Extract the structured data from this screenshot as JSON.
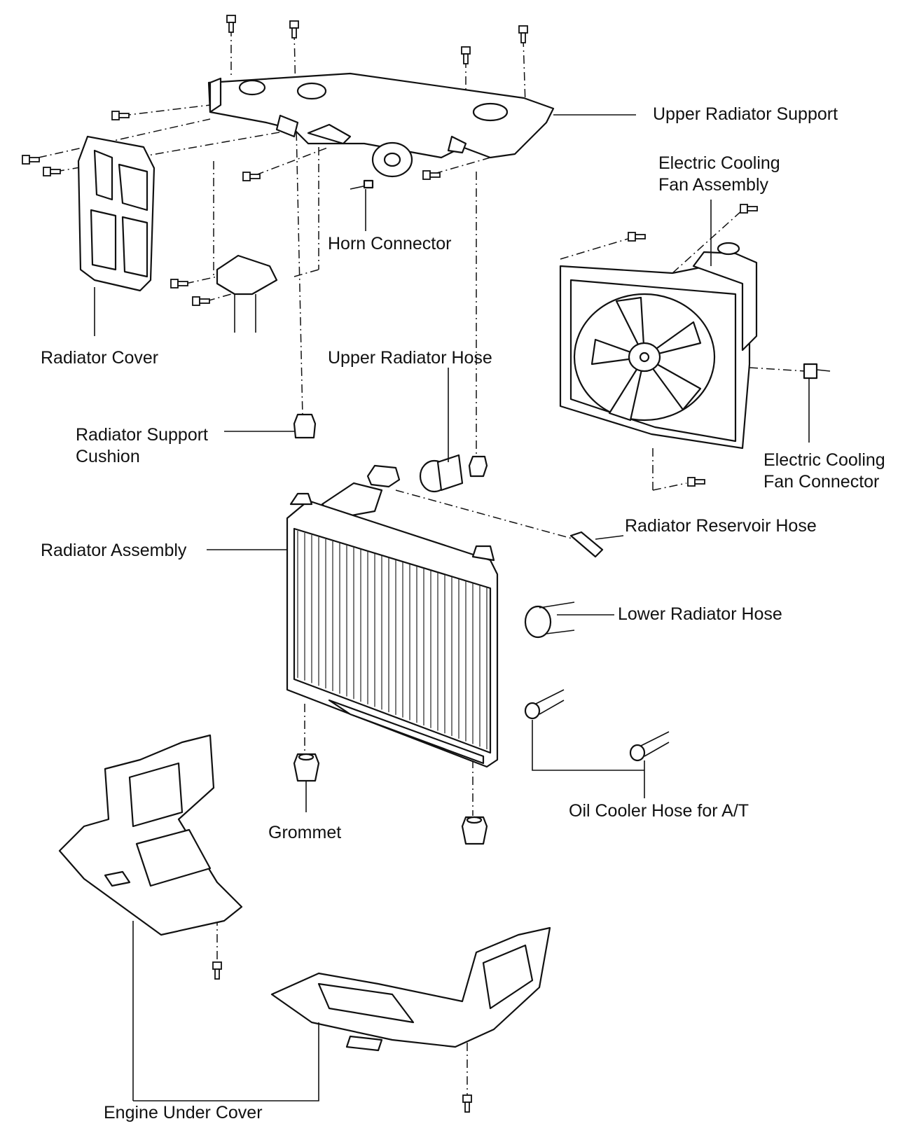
{
  "colors": {
    "ink": "#111111",
    "background": "#ffffff"
  },
  "labels": {
    "upper_radiator_support": "Upper Radiator Support",
    "electric_cooling_fan_assembly_1": "Electric Cooling",
    "electric_cooling_fan_assembly_2": "Fan Assembly",
    "horn_connector": "Horn Connector",
    "radiator_cover": "Radiator Cover",
    "upper_radiator_hose": "Upper Radiator Hose",
    "radiator_support_cushion_1": "Radiator Support",
    "radiator_support_cushion_2": "Cushion",
    "electric_cooling_fan_connector_1": "Electric Cooling",
    "electric_cooling_fan_connector_2": "Fan Connector",
    "radiator_reservoir_hose": "Radiator Reservoir Hose",
    "radiator_assembly": "Radiator Assembly",
    "lower_radiator_hose": "Lower Radiator Hose",
    "oil_cooler_hose": "Oil Cooler Hose for A/T",
    "grommet": "Grommet",
    "engine_under_cover": "Engine Under Cover"
  }
}
